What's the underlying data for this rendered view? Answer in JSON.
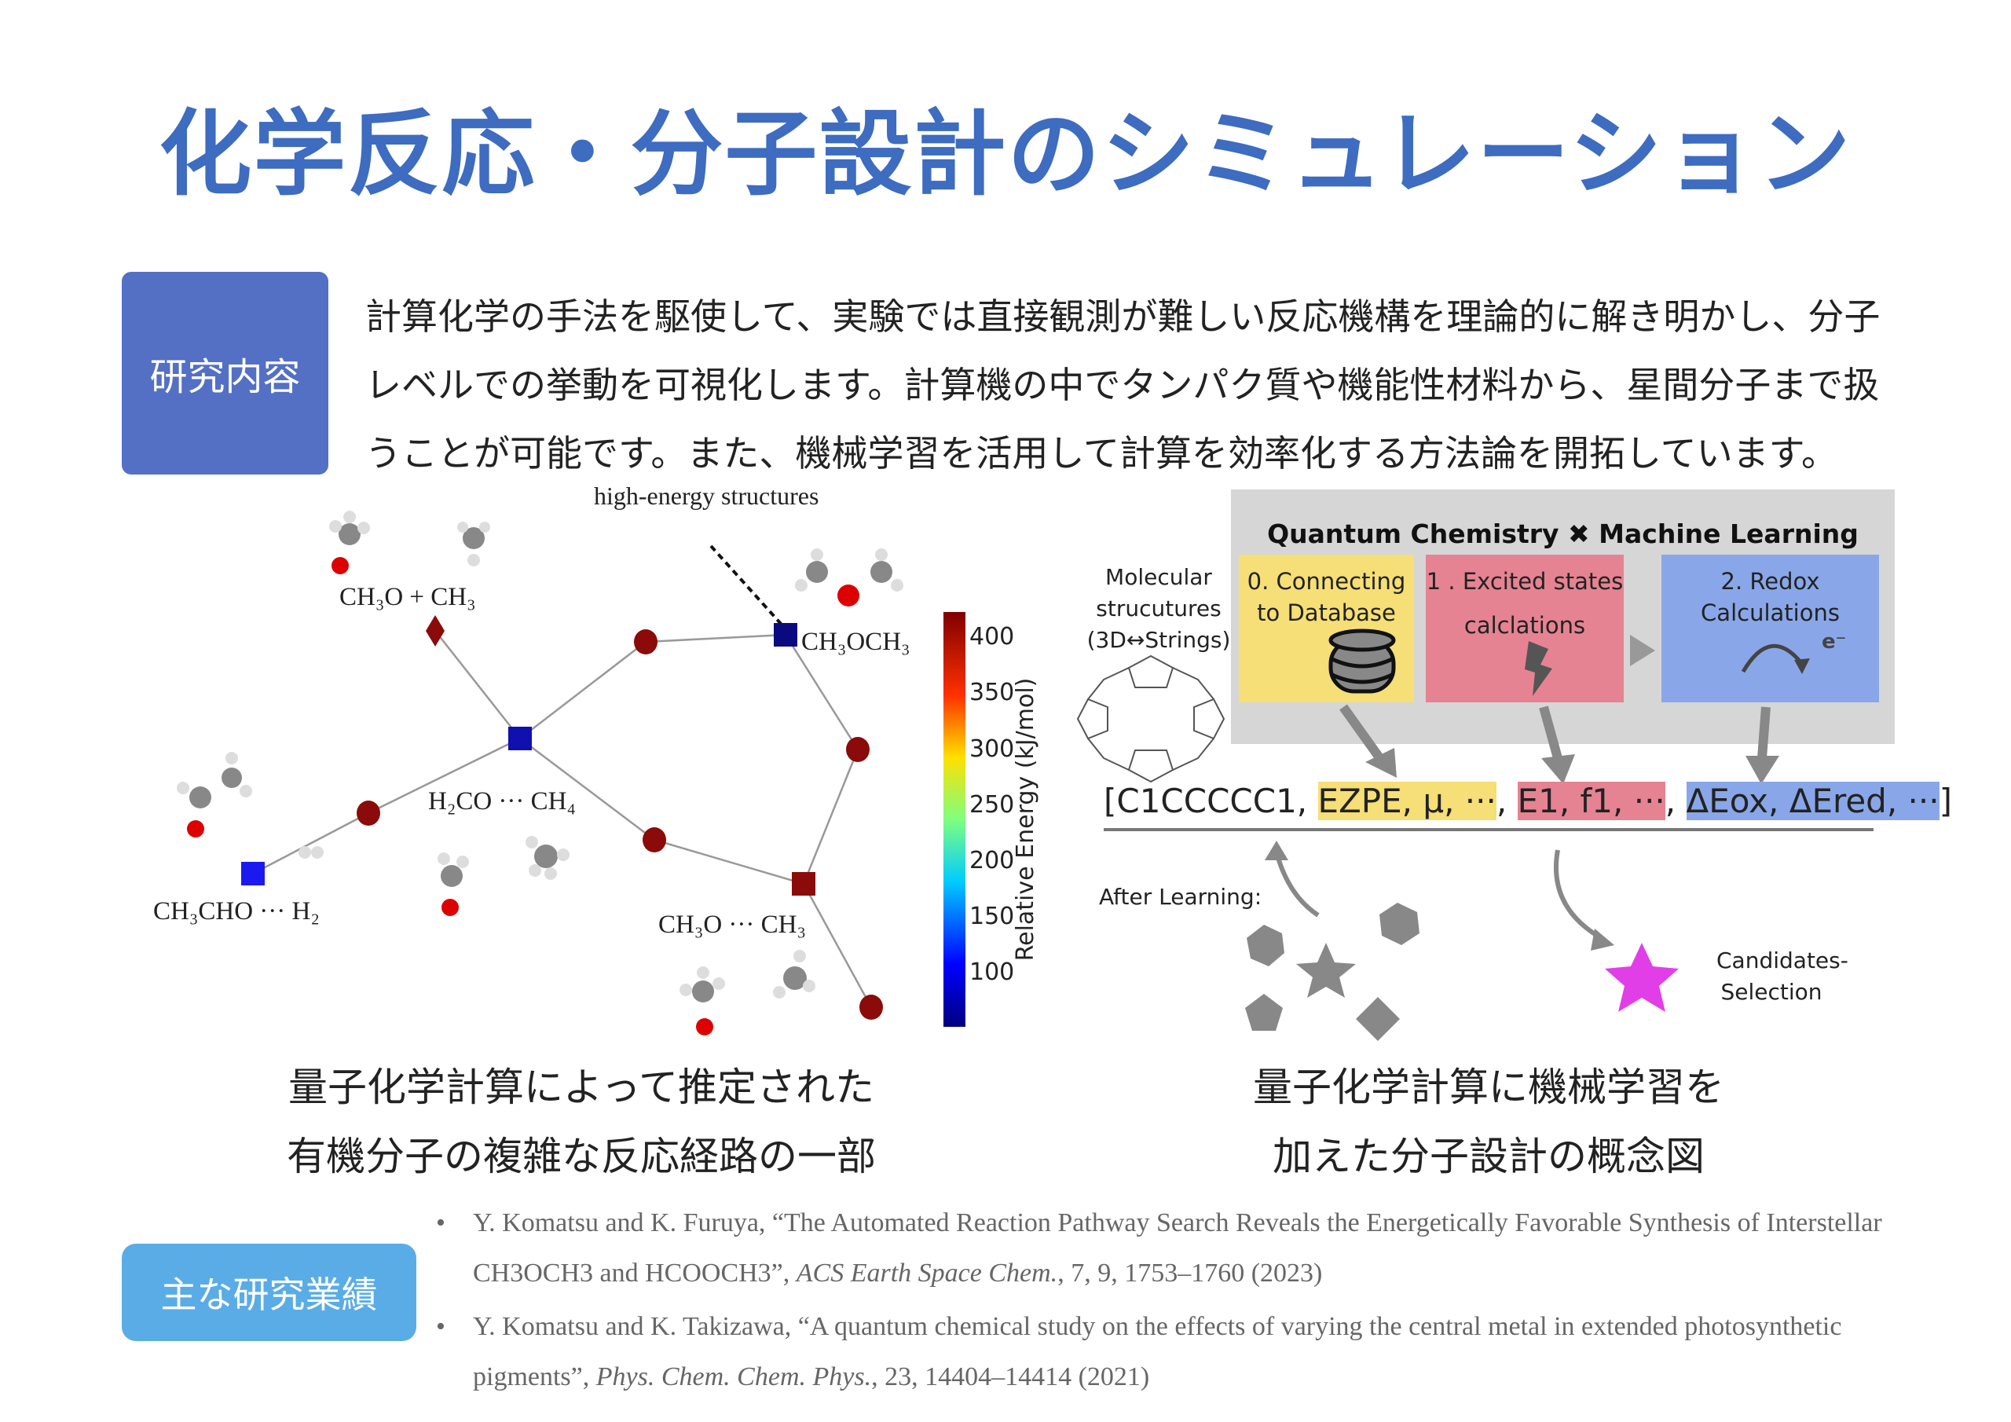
{
  "title": "化学反応・分子設計のシミュレーション",
  "research": {
    "tag": "研究内容",
    "text": "計算化学の手法を駆使して、実験では直接観測が難しい反応機構を理論的に解き明かし、分子レベルでの挙動を可視化します。計算機の中でタンパク質や機能性材料から、星間分子まで扱うことが可能です。また、機械学習を活用して計算を効率化する方法論を開拓しています。"
  },
  "left_figure": {
    "annotation": "high-energy structures",
    "labels": {
      "ch3o_ch3_sep": "CH₃O + CH₃",
      "ch3och3": "CH₃OCH₃",
      "h2co_ch4": "H₂CO ··· CH₄",
      "ch3cho_h2": "CH₃CHO ··· H₂",
      "ch3o_ch3": "CH₃O ··· CH₃"
    },
    "colorbar": {
      "label": "Relative Energy (kJ/mol)",
      "ticks": [
        "400",
        "350",
        "300",
        "250",
        "200",
        "150",
        "100"
      ]
    },
    "caption_line1": "量子化学計算によって推定された",
    "caption_line2": "有機分子の複雑な反応経路の一部"
  },
  "right_figure": {
    "header": "Quantum Chemistry ✖ Machine Learning",
    "molecular": [
      "Molecular",
      "strucutures",
      "(3D↔Strings)"
    ],
    "steps": [
      {
        "l1": "0. Connecting",
        "l2": "to Database"
      },
      {
        "l1": "1 . Excited states",
        "l2": "calclations"
      },
      {
        "l1": "2. Redox",
        "l2": "Calculations"
      }
    ],
    "electron": "e⁻",
    "formula": {
      "smiles": "[C1CCCCC1, ",
      "y": "EZPE, μ, ···",
      "p": "E1, f1, ···",
      "b": "ΔEox, ΔEred, ···",
      "end": "]"
    },
    "after": "After Learning:",
    "candidates": [
      "Candidates-",
      "Selection"
    ],
    "caption_line1": "量子化学計算に機械学習を",
    "caption_line2": "加えた分子設計の概念図"
  },
  "achievements": {
    "tag": "主な研究業績",
    "refs": [
      {
        "authors": "Y. Komatsu and K. Furuya, “The Automated Reaction Pathway Search Reveals the Energetically Favorable Synthesis of Interstellar CH3OCH3 and HCOOCH3”, ",
        "journal": "ACS Earth Space Chem.",
        "rest": ", 7, 9, 1753–1760 (2023)"
      },
      {
        "authors": "Y. Komatsu and K. Takizawa, “A quantum chemical study on the effects of varying the central metal in extended photosynthetic pigments”, ",
        "journal": "Phys. Chem. Chem. Phys.",
        "rest": ", 23, 14404–14414 (2021)"
      }
    ]
  },
  "colors": {
    "title": "#3d6cc0",
    "tag1": "#5470c4",
    "tag2": "#5aace6",
    "yellow": "#f5df76",
    "pink": "#e58393",
    "blue": "#89a7e8"
  }
}
